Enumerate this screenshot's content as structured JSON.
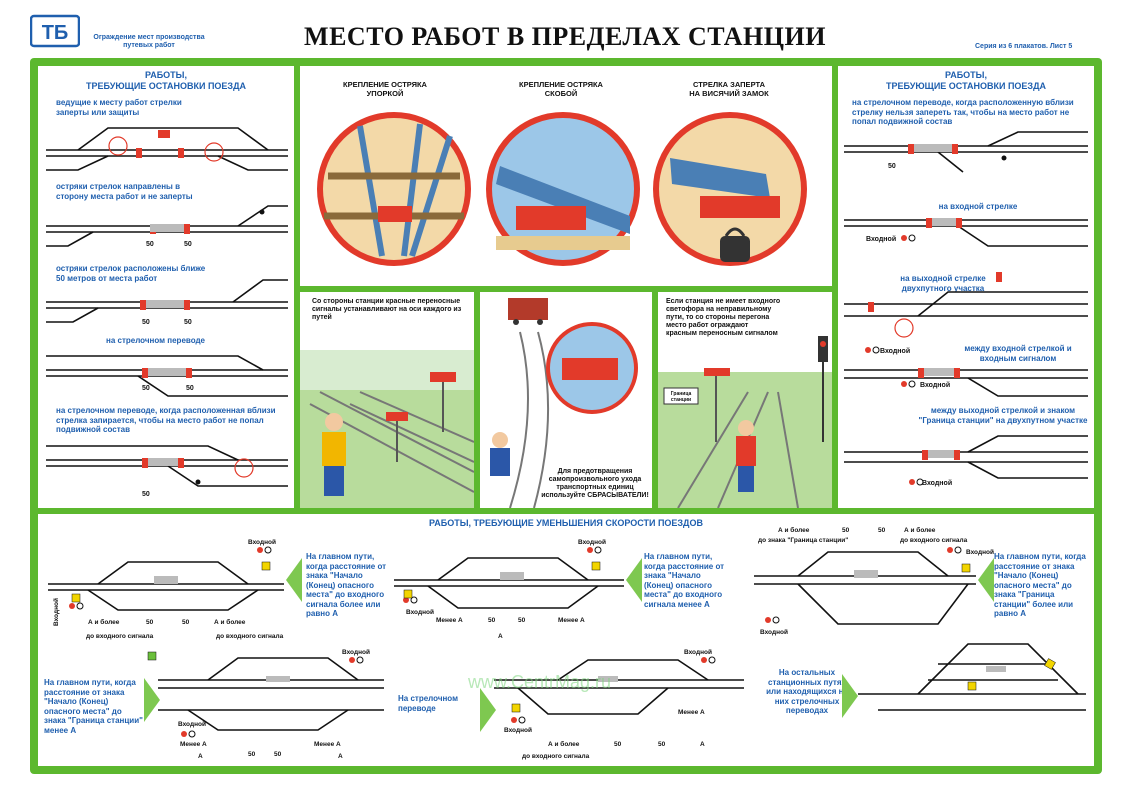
{
  "header": {
    "logo_text": "ТБ",
    "logo_caption_1": "Ограждение мест производства",
    "logo_caption_2": "путевых работ",
    "title": "МЕСТО РАБОТ В ПРЕДЕЛАХ СТАНЦИИ",
    "series": "Серия из 6 плакатов. Лист 5"
  },
  "left_panel": {
    "heading": "РАБОТЫ,\nТРЕБУЮЩИЕ ОСТАНОВКИ ПОЕЗДА",
    "cases": [
      "ведущие к месту работ стрелки заперты или защиты",
      "остряки стрелок направлены в сторону места работ и не заперты",
      "остряки стрелок расположены ближе 50 метров от места работ",
      "на стрелочном переводе",
      "на стрелочном переводе, когда расположенная вблизи стрелка запирается, чтобы на место работ не попал подвижной состав"
    ],
    "dim_50": "50"
  },
  "top_center": {
    "items": [
      {
        "caption": "КРЕПЛЕНИЕ ОСТРЯКА\nУПОРКОЙ"
      },
      {
        "caption": "КРЕПЛЕНИЕ ОСТРЯКА\nСКОБОЙ"
      },
      {
        "caption": "СТРЕЛКА ЗАПЕРТА\nНА ВИСЯЧИЙ ЗАМОК"
      }
    ]
  },
  "mid_center": {
    "scene1_text": "Со стороны станции красные переносные сигналы устанавливают на оси каждого из путей",
    "scene2_text": "Для предотвращения самопроизвольного ухода транспортных единиц используйте СБРАСЫВАТЕЛИ!",
    "scene3_text": "Если станция не имеет входного светофора на неправильному пути, то со стороны перегона место работ ограждают красным переносным сигналом",
    "scene3_sign": "Граница станции"
  },
  "right_panel": {
    "heading": "РАБОТЫ,\nТРЕБУЮЩИЕ ОСТАНОВКИ ПОЕЗДА",
    "cases": [
      "на стрелочном переводе, когда расположенную вблизи стрелку нельзя запереть так, чтобы на место работ не попал подвижной состав",
      "на входной стрелке",
      "на выходной стрелке двухпутного участка",
      "между входной стрелкой и входным сигналом",
      "между выходной стрелкой и знаком \"Граница станции\" на двухпутном участке"
    ],
    "entry_label": "Входной",
    "dim_50": "50"
  },
  "bottom": {
    "heading": "РАБОТЫ, ТРЕБУЮЩИЕ УМЕНЬШЕНИЯ СКОРОСТИ ПОЕЗДОВ",
    "case1": "На главном пути, когда расстояние от знака \"Начало (Конец) опасного места\" до входного сигнала более или равно А",
    "case2": "На главном пути, когда расстояние от знака \"Начало (Конец) опасного места\" до входного сигнала менее А",
    "case3": "На главном пути, когда расстояние от знака \"Начало (Конец) опасного места\" до знака \"Граница станции\" более или равно А",
    "case4": "На главном пути, когда расстояние от знака \"Начало (Конец) опасного места\" до знака \"Граница станции\" менее А",
    "case5": "На стрелочном переводе",
    "case6": "На остальных станционных путях или находящихся на них стрелочных переводах",
    "lbl_entry": "Входной",
    "lbl_A_more": "А и более",
    "lbl_to_entry": "до входного сигнала",
    "lbl_less_A": "Менее А",
    "lbl_A": "А",
    "lbl_50": "50",
    "lbl_to_border": "до знака \"Граница станции\""
  },
  "watermark": "www.CentrMag.ru"
}
